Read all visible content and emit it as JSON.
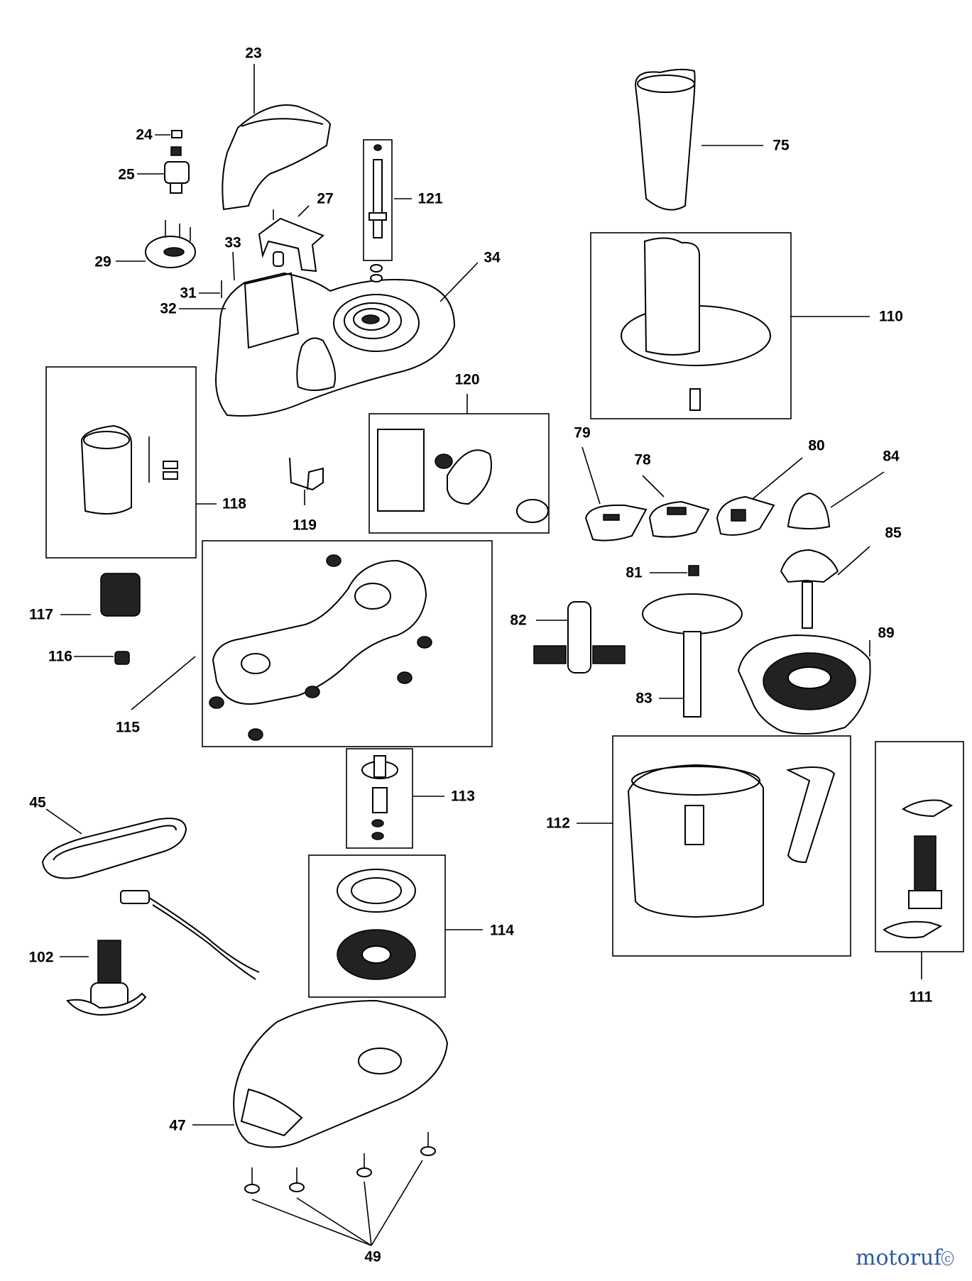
{
  "labels": {
    "p23": "23",
    "p24": "24",
    "p25": "25",
    "p27": "27",
    "p29": "29",
    "p31": "31",
    "p32": "32",
    "p33": "33",
    "p34": "34",
    "p121": "121",
    "p75": "75",
    "p110": "110",
    "p120": "120",
    "p118": "118",
    "p119": "119",
    "p79": "79",
    "p78": "78",
    "p80": "80",
    "p84": "84",
    "p85": "85",
    "p81": "81",
    "p82": "82",
    "p83": "83",
    "p89": "89",
    "p117": "117",
    "p116": "116",
    "p115": "115",
    "p113": "113",
    "p112": "112",
    "p111": "111",
    "p45": "45",
    "p114": "114",
    "p102": "102",
    "p47": "47",
    "p49": "49"
  },
  "watermark": {
    "text": "motoruf",
    "mark": "c"
  }
}
